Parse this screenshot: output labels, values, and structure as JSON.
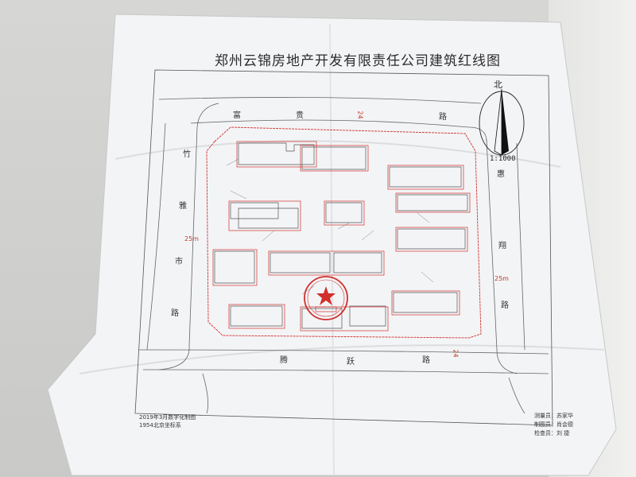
{
  "document": {
    "title": "郑州云锦房地产开发有限责任公司建筑红线图",
    "scale": "1:1000",
    "north": "北"
  },
  "roads": {
    "north_road": [
      "富",
      "贵",
      "路"
    ],
    "west_road": [
      "竹",
      "雅",
      "市",
      "路"
    ],
    "east_road": [
      "惠",
      "翔",
      "路"
    ],
    "south_road": [
      "腾",
      "跃",
      "路"
    ]
  },
  "dimensions": {
    "west": "25m",
    "east": "25m",
    "north": "24",
    "south": "24"
  },
  "footer": {
    "left_line1": "2019年3月数字化制图",
    "left_line2": "1954北京坐标系",
    "right_line1": "测量员：苏家华",
    "right_line2": "制图员：肖会德",
    "right_line3": "检查员：刘  捷"
  },
  "seal": {
    "color": "#d0302c"
  },
  "colors": {
    "paper": "#f4f5f7",
    "redline": "#d0302c",
    "ink": "#2b2b2b"
  }
}
